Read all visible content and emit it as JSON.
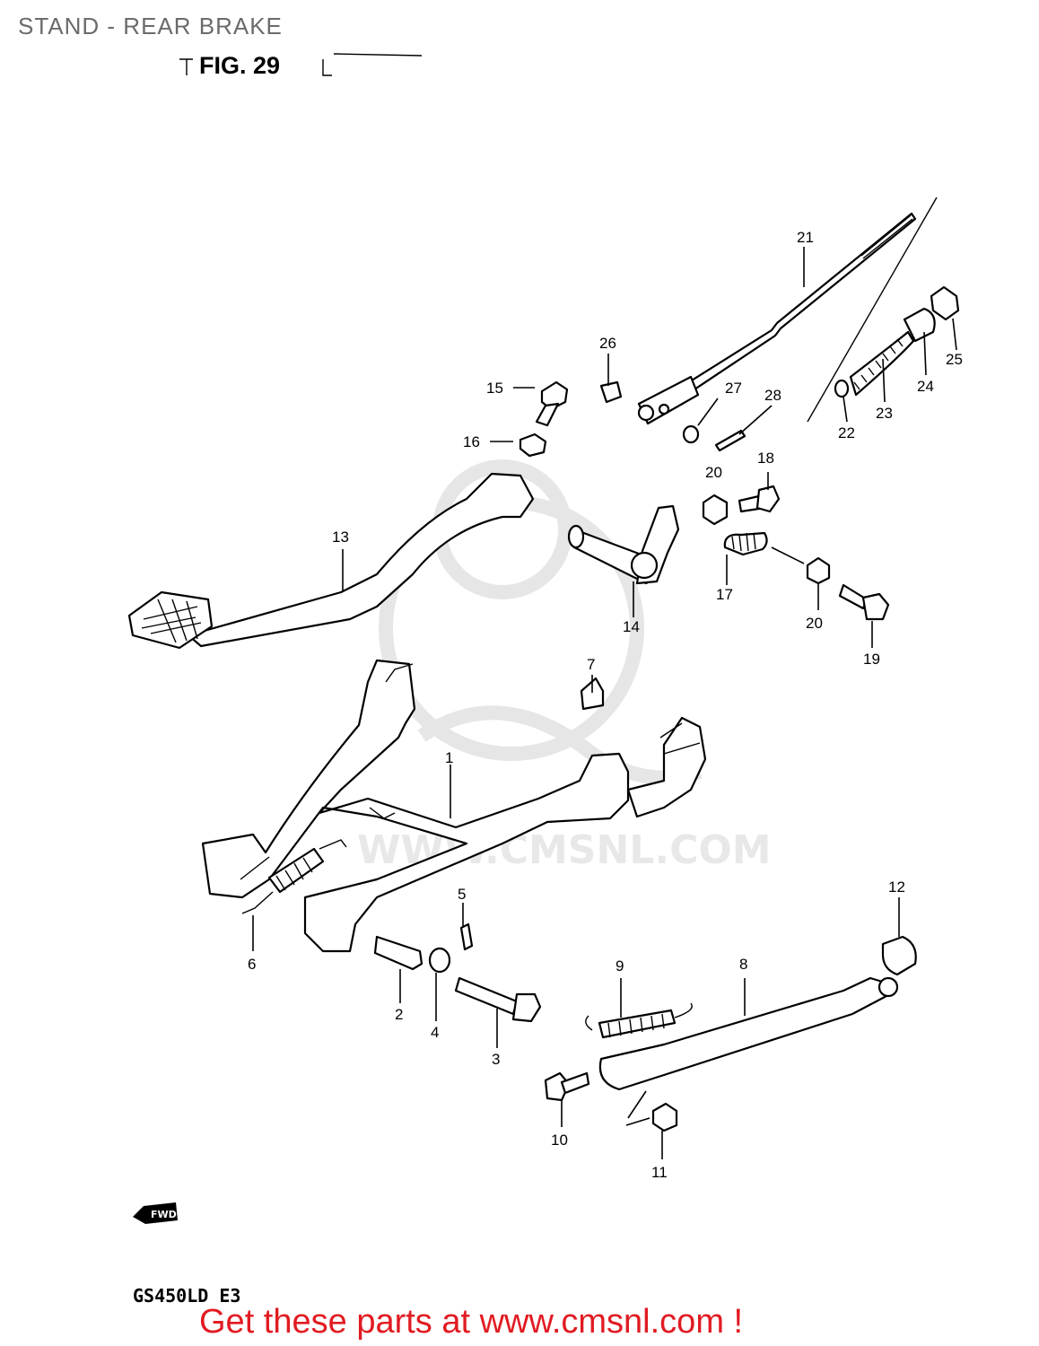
{
  "header": {
    "title": "STAND - REAR BRAKE",
    "figure": "FIG. 29"
  },
  "diagram": {
    "callouts": [
      "1",
      "2",
      "3",
      "4",
      "5",
      "6",
      "7",
      "8",
      "9",
      "10",
      "11",
      "12",
      "13",
      "14",
      "15",
      "16",
      "17",
      "18",
      "19",
      "20",
      "21",
      "22",
      "23",
      "24",
      "25",
      "26",
      "27",
      "28"
    ],
    "watermark": "WWW.CMSNL.COM",
    "direction_arrow": "FWD"
  },
  "footer": {
    "model": "GS450LD E3",
    "link_text": "Get these parts at www.cmsnl.com !"
  },
  "colors": {
    "title": "#6b6b6b",
    "link": "#e11b22",
    "watermark": "#e6e6e6"
  }
}
